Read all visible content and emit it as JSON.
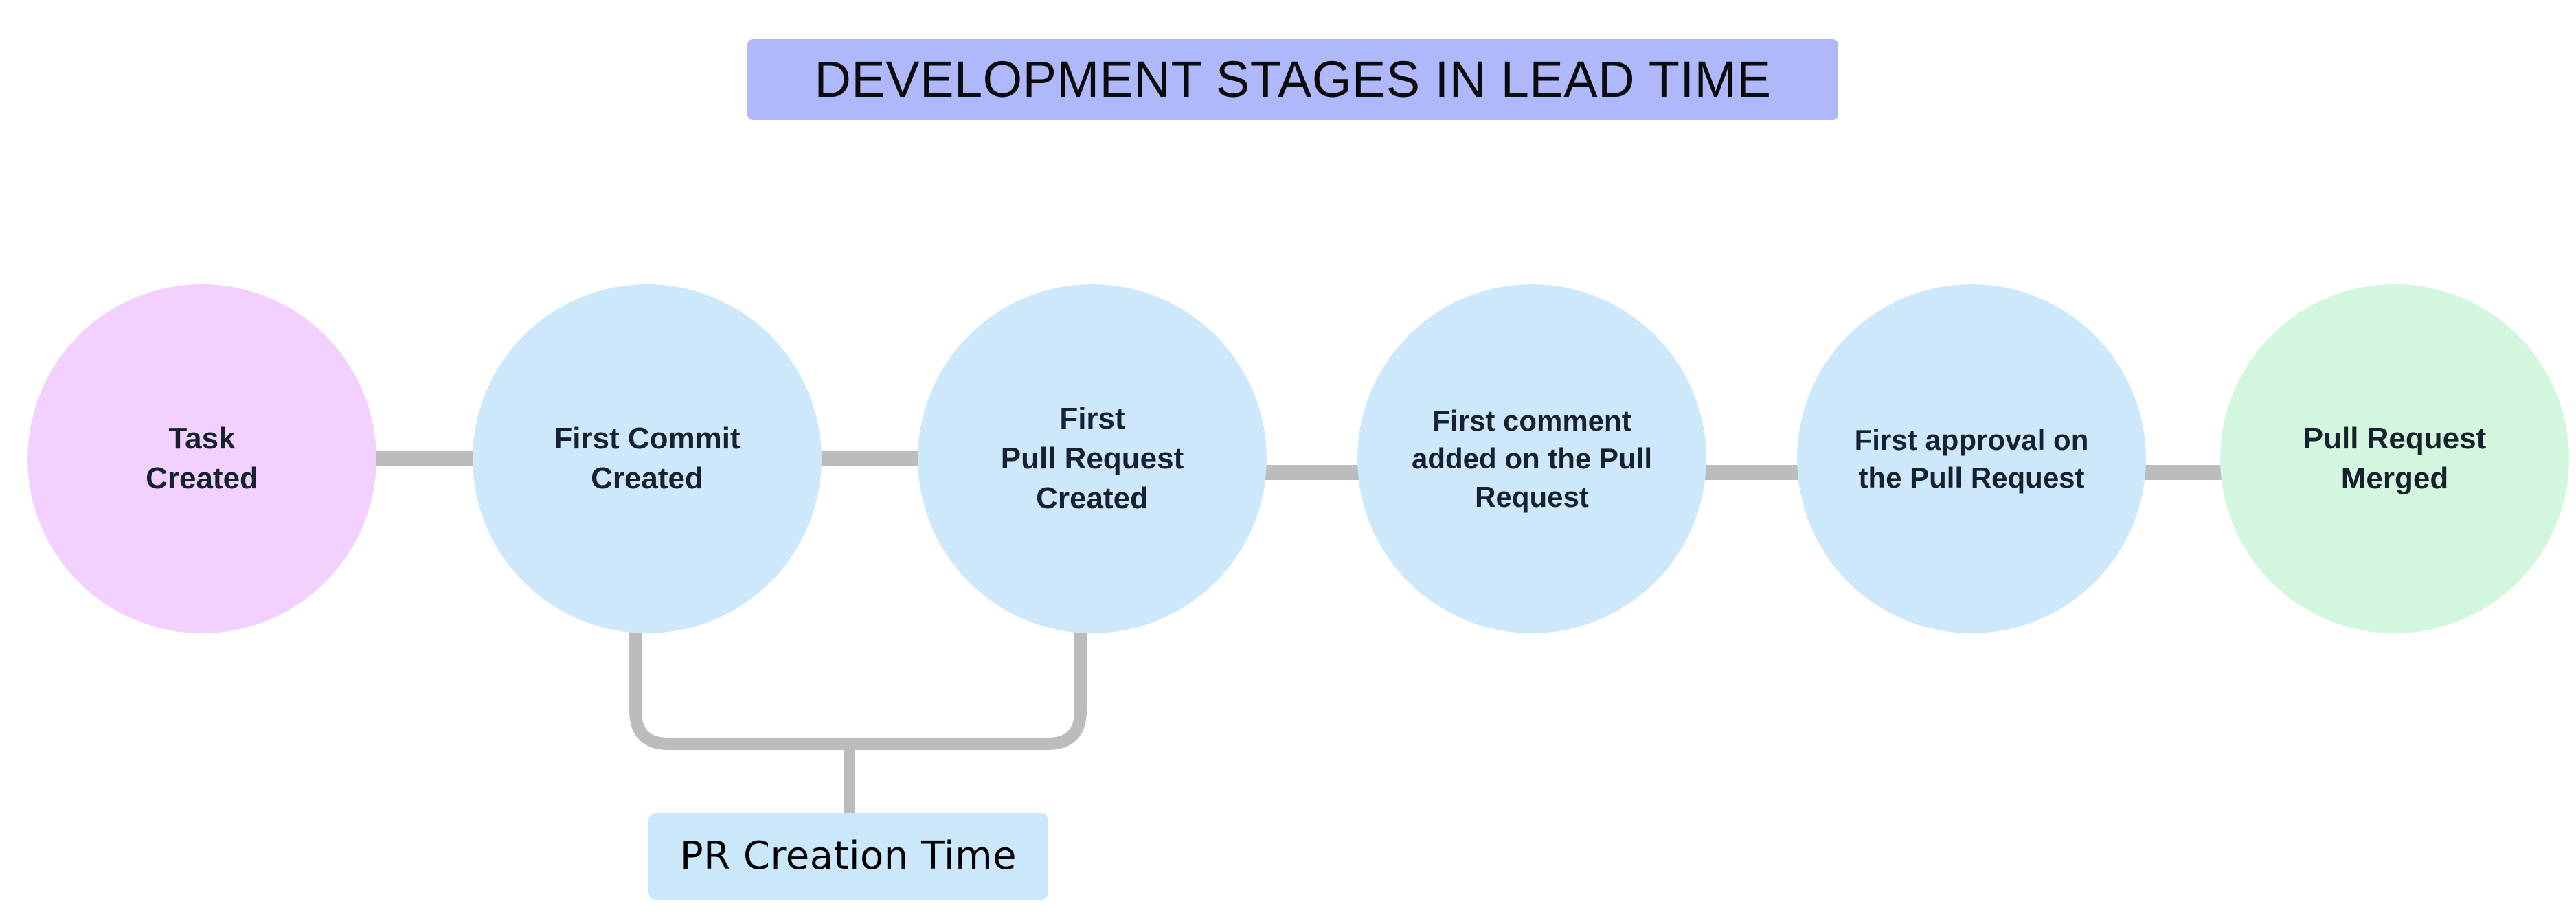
{
  "title": {
    "text": "DEVELOPMENT STAGES IN LEAD TIME",
    "background_color": "#AEB8FA",
    "text_color": "#0B0B0B"
  },
  "colors": {
    "start_node": "#F2D1FE",
    "process_node": "#CDE7FB",
    "end_node": "#D3F7DE",
    "connector": "#BCBCBC",
    "annotation_background": "#CBE8FB",
    "node_text": "#16212E",
    "canvas": "#FFFFFF"
  },
  "flow": {
    "orientation": "left-to-right",
    "nodes": [
      {
        "id": "task-created",
        "label": "Task\nCreated",
        "shape": "circle",
        "fill": "#F2D1FE"
      },
      {
        "id": "first-commit-created",
        "label": "First Commit\nCreated",
        "shape": "circle",
        "fill": "#CDE7FB"
      },
      {
        "id": "first-pr-created",
        "label": "First\nPull Request\nCreated",
        "shape": "circle",
        "fill": "#CDE7FB"
      },
      {
        "id": "first-comment-on-pr",
        "label": "First comment\nadded on the Pull\nRequest",
        "shape": "circle",
        "fill": "#CDE7FB"
      },
      {
        "id": "first-approval-on-pr",
        "label": "First approval on\nthe Pull Request",
        "shape": "circle",
        "fill": "#CDE7FB"
      },
      {
        "id": "pull-request-merged",
        "label": "Pull Request\nMerged",
        "shape": "circle",
        "fill": "#D3F7DE"
      }
    ],
    "edges": [
      {
        "from": "task-created",
        "to": "first-commit-created"
      },
      {
        "from": "first-commit-created",
        "to": "first-pr-created"
      },
      {
        "from": "first-pr-created",
        "to": "first-comment-on-pr"
      },
      {
        "from": "first-comment-on-pr",
        "to": "first-approval-on-pr"
      },
      {
        "from": "first-approval-on-pr",
        "to": "pull-request-merged"
      }
    ]
  },
  "annotations": [
    {
      "id": "pr-creation-time",
      "label": "PR Creation Time",
      "spans_from": "first-commit-created",
      "spans_to": "first-pr-created",
      "background_color": "#CBE8FB"
    }
  ]
}
